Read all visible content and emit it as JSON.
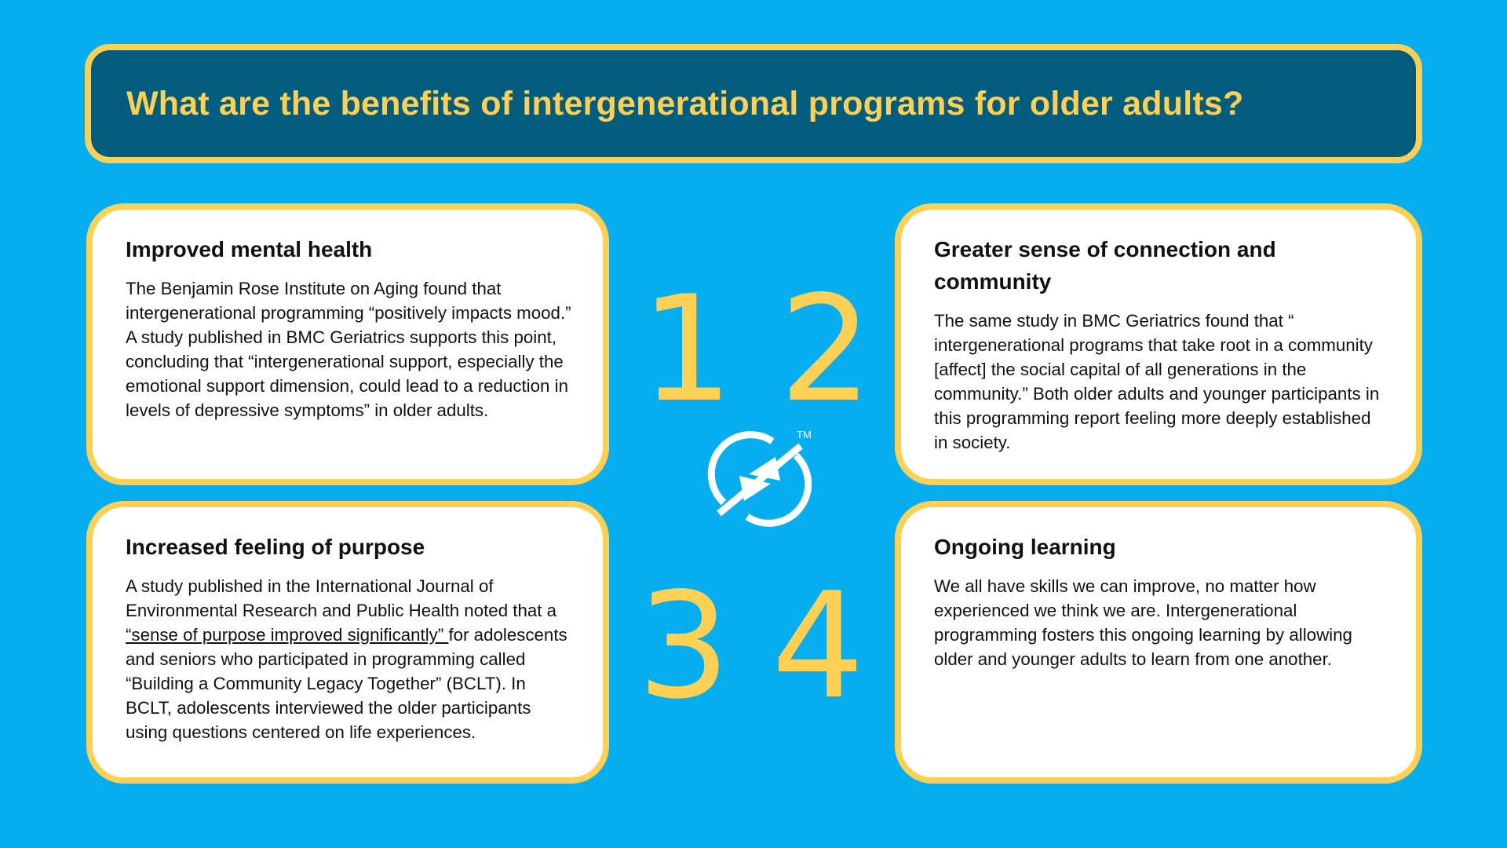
{
  "header": {
    "title": "What are the benefits of intergenerational programs for older adults?"
  },
  "colors": {
    "background": "#07aeef",
    "header_bg": "#025c7e",
    "accent_yellow": "#ffd054",
    "card_bg": "#ffffff",
    "text": "#111111"
  },
  "numbers": [
    "1",
    "2",
    "3",
    "4"
  ],
  "logo": {
    "icon": "circular-arrows-slash-logo-icon",
    "trademark": "TM"
  },
  "cards": [
    {
      "title": "Improved mental health",
      "body": "The Benjamin Rose Institute on Aging found that intergenerational programming “positively impacts mood.” A study published in BMC Geriatrics supports this point, concluding that “intergenerational support, especially the emotional support dimension, could lead to a reduction in levels of depressive symptoms” in older adults."
    },
    {
      "title": "Greater sense of connection and community",
      "body": "The same study in BMC Geriatrics found that “ intergenerational programs that take root in a community [affect] the social capital of all generations in the community.” Both older adults and younger participants in this programming report feeling more deeply established in society."
    },
    {
      "title": "Increased feeling of purpose",
      "body_before": "A study published in the International Journal of Environmental Research and Public Health noted that a",
      "body_link": " “sense of purpose improved significantly” ",
      "body_after": "for adolescents and seniors who participated in programming called “Building a Community Legacy Together” (BCLT). In BCLT, adolescents interviewed the older participants using questions centered on life experiences."
    },
    {
      "title": "Ongoing learning",
      "body": "We all have skills we can improve, no matter how experienced we think we are. Intergenerational programming fosters this ongoing learning by allowing older and younger adults to learn from one another."
    }
  ]
}
